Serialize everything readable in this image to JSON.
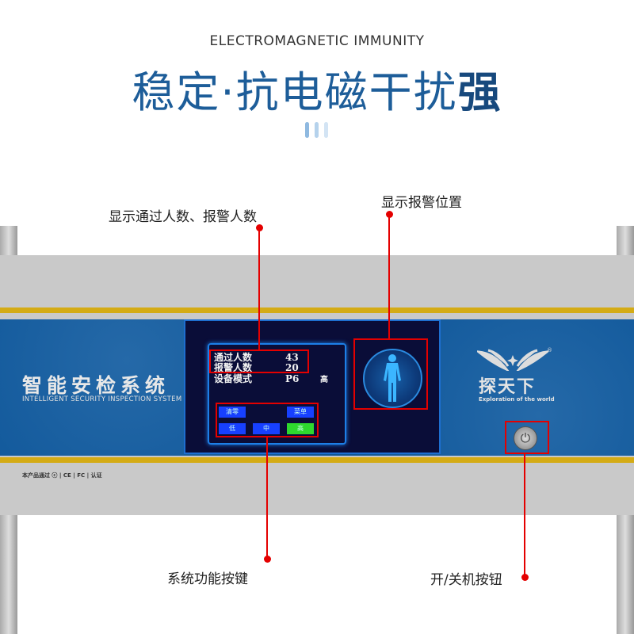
{
  "header": {
    "subtitle": "ELECTROMAGNETIC IMMUNITY",
    "title_main": "稳定·抗电磁干扰",
    "title_bold": "强"
  },
  "device": {
    "brand_cn": "智能安检系统",
    "brand_en": "INTELLIGENT SECURITY INSPECTION SYSTEM",
    "cert_text": "本产品通过 ⓒ | CE | FC | 认证",
    "logo": {
      "cn": "探天下",
      "en": "Exploration of the world",
      "reg": "®"
    },
    "screen": {
      "rows": [
        {
          "label": "通过人数",
          "value": "43"
        },
        {
          "label": "报警人数",
          "value": "20"
        },
        {
          "label": "设备模式",
          "value": "P6",
          "extra": "高"
        }
      ],
      "buttons": {
        "clear": "清零",
        "menu": "菜单",
        "low": "低",
        "mid": "中",
        "high": "高"
      }
    },
    "power_icon": "power-icon"
  },
  "annotations": {
    "counts": "显示通过人数、报警人数",
    "alarm_position": "显示报警位置",
    "function_keys": "系统功能按键",
    "power_button": "开/关机按钮"
  },
  "colors": {
    "accent": "#1d5d99",
    "annotation": "#e40000",
    "gold": "#d4ab15",
    "band": "#0e5699"
  }
}
